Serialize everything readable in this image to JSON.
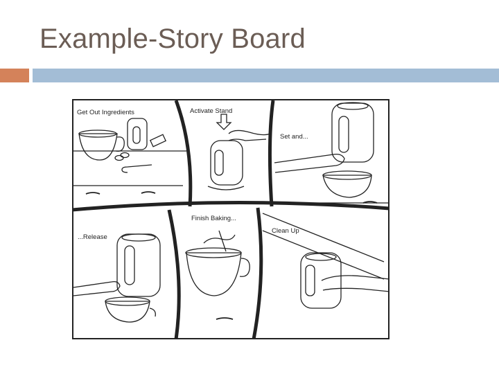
{
  "slide": {
    "title": "Example-Story Board"
  },
  "storyboard": {
    "panels": [
      {
        "id": 1,
        "caption": "Get Out Ingredients"
      },
      {
        "id": 2,
        "caption": "Activate Stand"
      },
      {
        "id": 3,
        "caption": "Set and..."
      },
      {
        "id": 4,
        "caption": "...Release"
      },
      {
        "id": 5,
        "caption": "Finish Baking..."
      },
      {
        "id": 6,
        "caption": "Clean Up"
      }
    ]
  },
  "colors": {
    "title": "#6b5d55",
    "accent_orange": "#d4825a",
    "accent_blue": "#a3bdd6"
  }
}
